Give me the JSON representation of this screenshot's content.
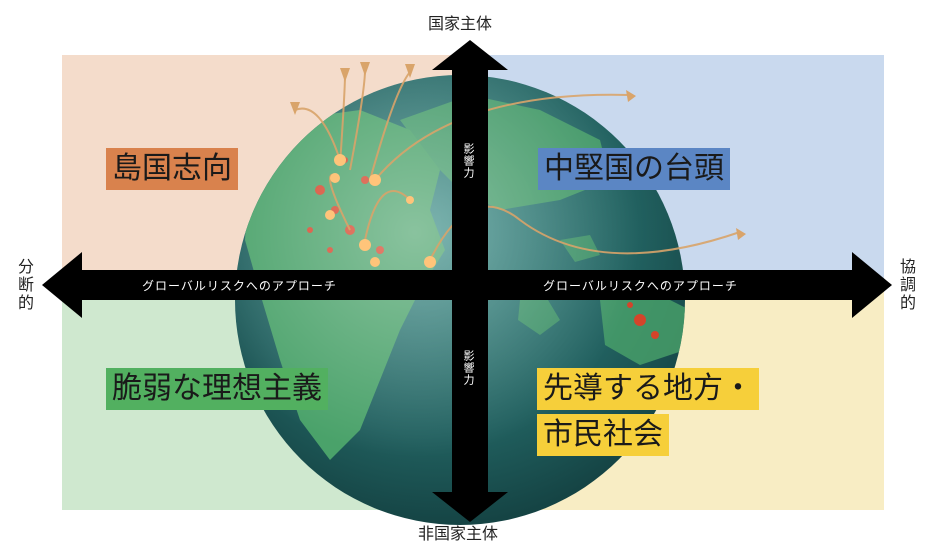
{
  "axes": {
    "top": "国家主体",
    "bottom": "非国家主体",
    "left": "分断的",
    "right": "協調的"
  },
  "arrow_text": {
    "horizontal_left": "グローバルリスクへのアプローチ",
    "horizontal_right": "グローバルリスクへのアプローチ",
    "vertical_upper": "影響力",
    "vertical_lower": "影響力"
  },
  "quadrants": {
    "top_left": "島国志向",
    "top_right": "中堅国の台頭",
    "bottom_left": "脆弱な理想主義",
    "bottom_right_line1": "先導する地方・",
    "bottom_right_line2": "市民社会"
  },
  "colors": {
    "top_left_bg": "#f4dccb",
    "top_right_bg": "#c9d9ee",
    "bottom_left_bg": "#cfe8cf",
    "bottom_right_bg": "#f8edc4",
    "top_left_label": "#d9824d",
    "top_right_label": "#5b86c4",
    "bottom_left_label": "#52b060",
    "bottom_right_label": "#f6cf3a",
    "arrow": "#000000",
    "flight_paths": "#d9a46a"
  },
  "icons": [
    "up-arrow-icon",
    "down-arrow-icon",
    "left-arrow-icon",
    "right-arrow-icon",
    "globe-icon"
  ]
}
